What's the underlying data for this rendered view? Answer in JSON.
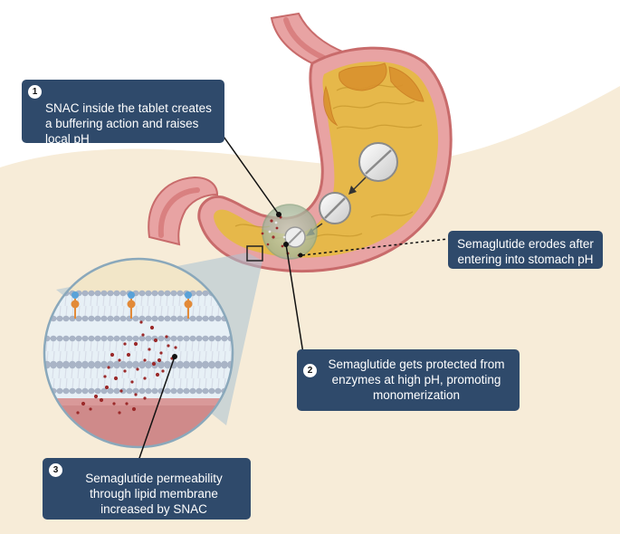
{
  "callouts": [
    {
      "number": "1",
      "text": "SNAC inside the tablet creates a buffering action and raises local pH"
    },
    {
      "number": "2",
      "text": "Semaglutide gets protected from enzymes at high pH, promoting monomerization"
    },
    {
      "number": "3",
      "text": "Semaglutide permeability through lipid membrane increased by SNAC"
    },
    {
      "text": "Semaglutide erodes after entering into stomach pH"
    }
  ],
  "colors": {
    "callout_bg": "#2f4a6b",
    "background_tan": "#f7ecd8",
    "stomach_wall": "#e8a3a3",
    "stomach_lumen": "#e6b84a",
    "membrane_head": "#a9b4c6",
    "lipid_tail": "#d7dde8",
    "particle": "#9b2a2a",
    "receptor_blue": "#5aa2d8",
    "receptor_orange": "#e28a38",
    "tissue_red": "#cf8a8a"
  },
  "icons": [
    "tablet-icon",
    "dissolving-tablet-icon",
    "receptor-icon",
    "zoom-box-icon"
  ]
}
